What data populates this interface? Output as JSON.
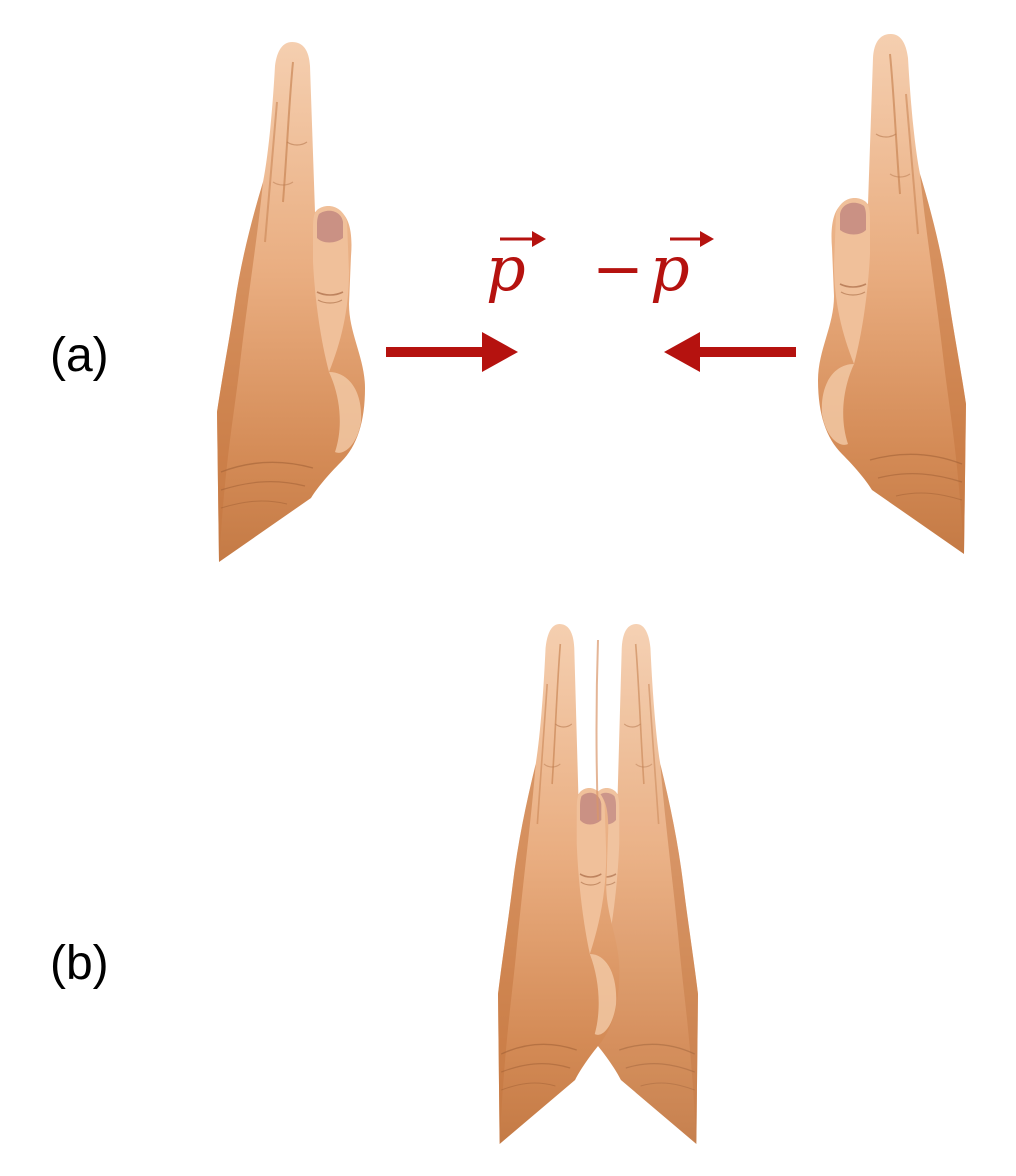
{
  "panels": {
    "a": {
      "label": "(a)"
    },
    "b": {
      "label": "(b)"
    }
  },
  "momentum": {
    "left_symbol": "p",
    "right_minus": "−",
    "right_symbol": "p"
  },
  "colors": {
    "arrow": "#b5120f",
    "skin_light": "#f2c49f",
    "skin_mid": "#dd9a67",
    "skin_dark": "#b8703f",
    "nail": "#c58c82",
    "crease": "#a86a45"
  },
  "icons": {
    "left_hand": "hand-palm-side-icon",
    "right_hand": "hand-palm-side-icon",
    "praying_hands": "praying-hands-icon"
  }
}
